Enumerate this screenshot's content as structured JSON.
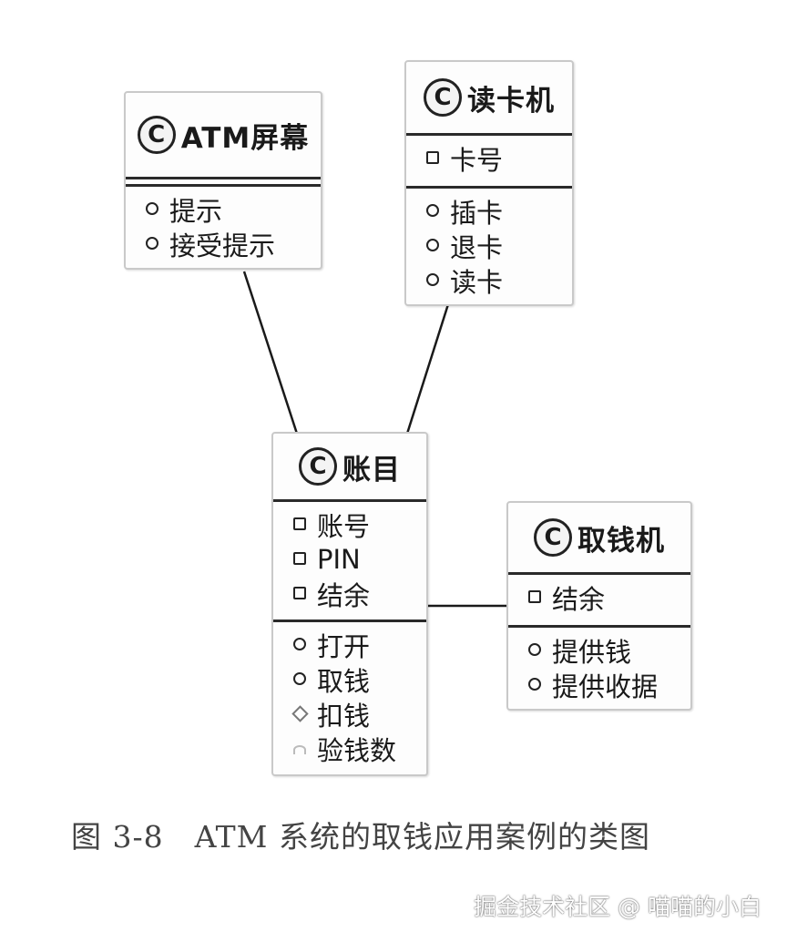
{
  "diagram": {
    "classes": [
      {
        "id": "atm-screen",
        "name": "ATM屏幕",
        "attributes": [],
        "operations": [
          {
            "label": "提示",
            "visibility": "public"
          },
          {
            "label": "接受提示",
            "visibility": "public"
          }
        ]
      },
      {
        "id": "card-reader",
        "name": "读卡机",
        "attributes": [
          {
            "label": "卡号",
            "visibility": "field"
          }
        ],
        "operations": [
          {
            "label": "插卡",
            "visibility": "public"
          },
          {
            "label": "退卡",
            "visibility": "public"
          },
          {
            "label": "读卡",
            "visibility": "public"
          }
        ]
      },
      {
        "id": "account",
        "name": "账目",
        "attributes": [
          {
            "label": "账号",
            "visibility": "field"
          },
          {
            "label": "PIN",
            "visibility": "field"
          },
          {
            "label": "结余",
            "visibility": "field"
          }
        ],
        "operations": [
          {
            "label": "打开",
            "visibility": "public"
          },
          {
            "label": "取钱",
            "visibility": "public"
          },
          {
            "label": "扣钱",
            "visibility": "protected"
          },
          {
            "label": "验钱数",
            "visibility": "private"
          }
        ]
      },
      {
        "id": "cash-dispenser",
        "name": "取钱机",
        "attributes": [
          {
            "label": "结余",
            "visibility": "field"
          }
        ],
        "operations": [
          {
            "label": "提供钱",
            "visibility": "public"
          },
          {
            "label": "提供收据",
            "visibility": "public"
          }
        ]
      }
    ],
    "class_icon_letter": "C",
    "associations": [
      {
        "from": "atm-screen",
        "to": "account"
      },
      {
        "from": "card-reader",
        "to": "account"
      },
      {
        "from": "account",
        "to": "cash-dispenser"
      }
    ],
    "line_color": "#1a1a1a"
  },
  "caption": "图 3-8　ATM 系统的取钱应用案例的类图",
  "watermark": "掘金技术社区 @ 喵喵的小白"
}
